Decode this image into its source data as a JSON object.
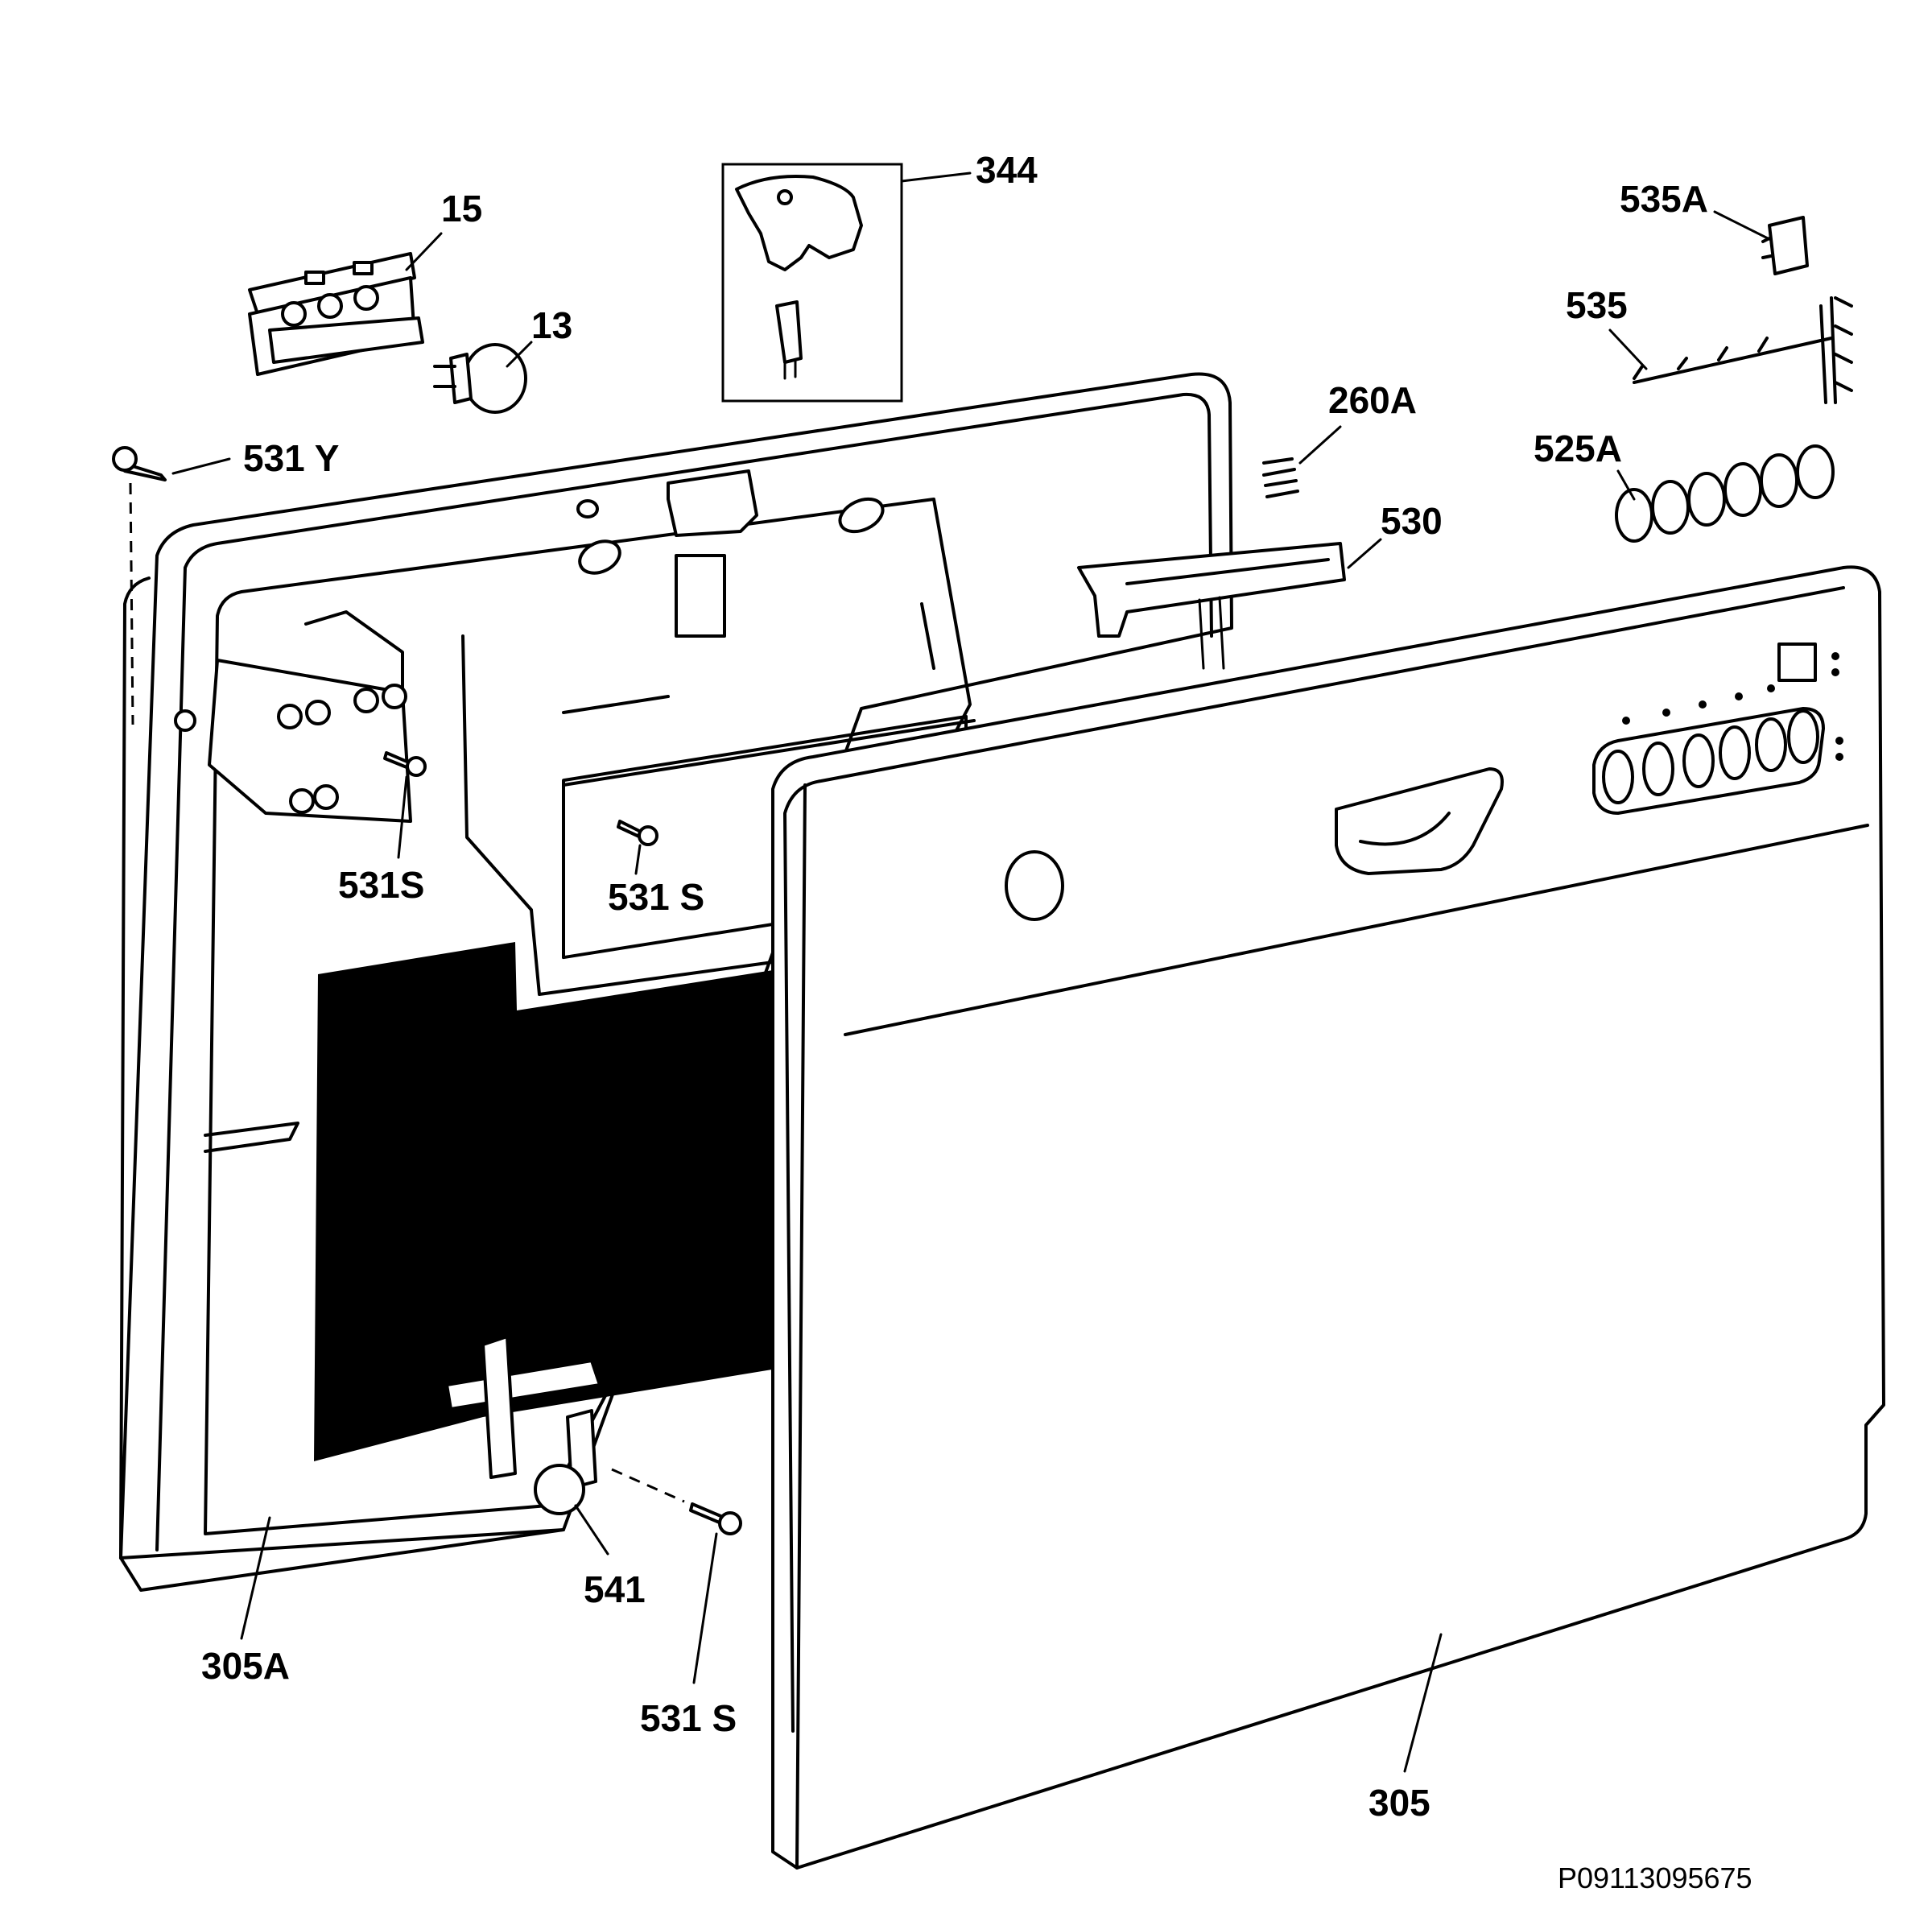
{
  "labels": {
    "p15": "15",
    "p13": "13",
    "p344": "344",
    "p535a": "535A",
    "p535": "535",
    "p260a": "260A",
    "p525a": "525A",
    "p531y": "531 Y",
    "p530": "530",
    "p531s_left": "531S",
    "p531s_mid": "531 S",
    "p541": "541",
    "p305a": "305A",
    "p531s_bottom": "531 S",
    "p305": "305"
  },
  "drawing_code": "P09113095675"
}
